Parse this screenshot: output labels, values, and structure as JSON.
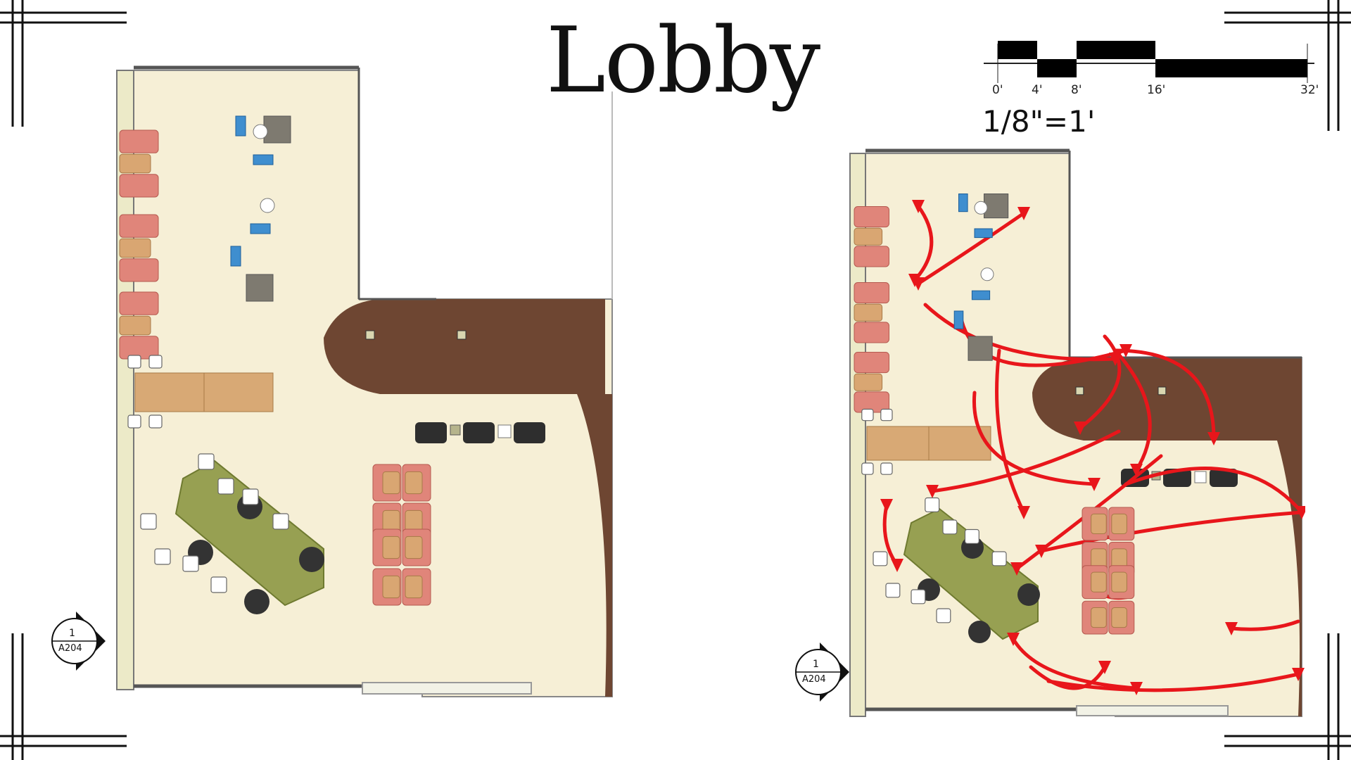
{
  "title": "Lobby",
  "scale": {
    "label": "1/8\"=1'",
    "ticks": [
      "0'",
      "4'",
      "8'",
      "16'",
      "32'"
    ]
  },
  "section_marker": {
    "number": "1",
    "sheet": "A204"
  },
  "colors": {
    "floor": "#f6efd6",
    "wood": "#6e4632",
    "sofa": "#e0857a",
    "cushion": "#d9a672",
    "table": "#97a052",
    "chair_dark": "#333333",
    "counter": "#d8a975",
    "arrows": "#e8161b",
    "wall": "#666666",
    "accent_blue": "#3f8ecf"
  }
}
